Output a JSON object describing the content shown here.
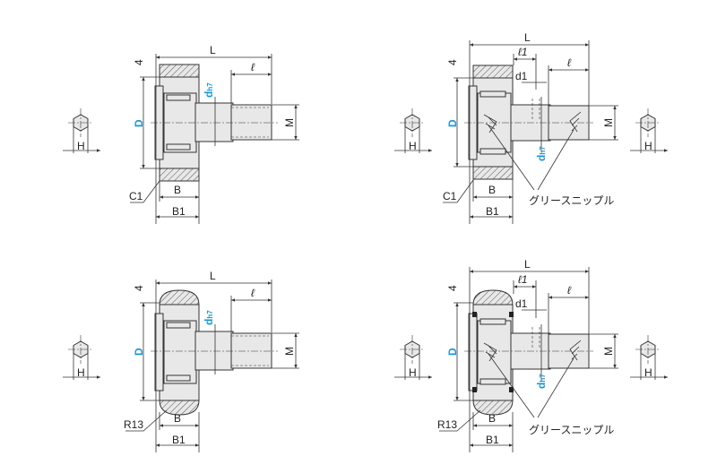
{
  "colors": {
    "dimension_blue": "#1a96d4",
    "body": "#e8e8e8",
    "line": "#333333"
  },
  "labels": {
    "L": "L",
    "l": "ℓ",
    "l1": "ℓ1",
    "d1": "d1",
    "d": "d",
    "h7": "h7",
    "D": "D",
    "M": "M",
    "H": "H",
    "B": "B",
    "B1": "B1",
    "four": "4",
    "grease": "グリースニップル"
  },
  "panels": [
    {
      "name": "flat-outer-ring",
      "edge": "C1"
    },
    {
      "name": "flat-outer-ring-grease",
      "edge": "C1"
    },
    {
      "name": "crowned-outer-ring",
      "edge": "R13"
    },
    {
      "name": "crowned-outer-ring-grease",
      "edge": "R13"
    }
  ]
}
